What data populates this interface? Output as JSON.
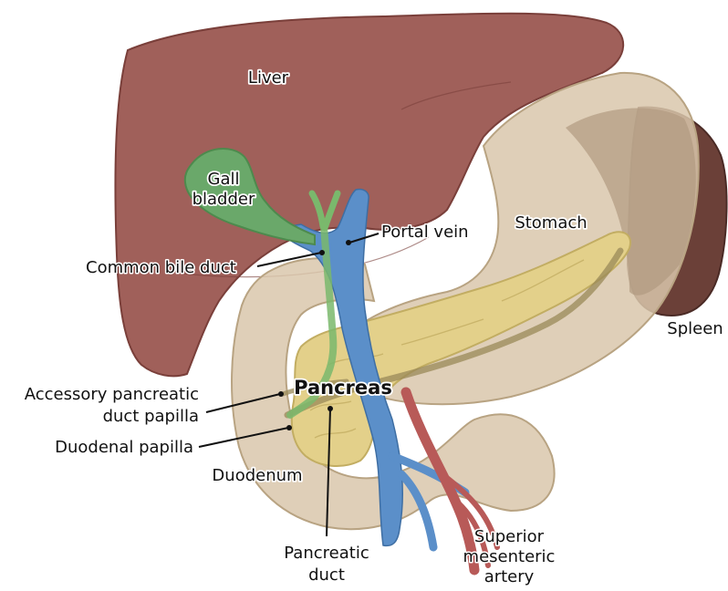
{
  "labels": {
    "liver": "Liver",
    "gallbladder_line1": "Gall",
    "gallbladder_line2": "bladder",
    "portal_vein": "Portal vein",
    "common_bile_duct": "Common bile duct",
    "stomach": "Stomach",
    "spleen": "Spleen",
    "pancreas": "Pancreas",
    "accessory_papilla_line1": "Accessory pancreatic",
    "accessory_papilla_line2": "duct papilla",
    "duodenal_papilla": "Duodenal papilla",
    "duodenum": "Duodenum",
    "pancreatic_duct_line1": "Pancreatic",
    "pancreatic_duct_line2": "duct",
    "sma_line1": "Superior",
    "sma_line2": "mesenteric",
    "sma_line3": "artery"
  },
  "colors": {
    "liver": "#a0605a",
    "liver_dark": "#8a4a45",
    "stomach": "#d9c7ac",
    "spleen": "#6b4038",
    "gallbladder": "#6aa86a",
    "bile_duct": "#7ab86c",
    "portal_vein": "#5b8fc9",
    "artery": "#b85a58",
    "pancreas": "#e3d08a",
    "duodenum": "#d9c7ac"
  }
}
